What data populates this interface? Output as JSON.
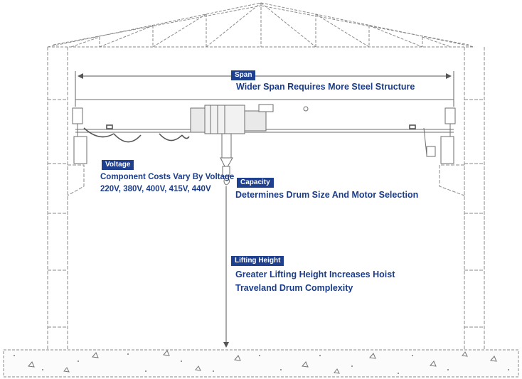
{
  "colors": {
    "label_bg": "#1f3f8f",
    "label_text": "#ffffff",
    "description_text": "#1a3c8a",
    "structure_line": "#7f7f7f",
    "hoist_body": "#f2f2f2"
  },
  "labels": {
    "span": {
      "tag": "Span",
      "description": "Wider Span Requires More Steel Structure"
    },
    "voltage": {
      "tag": "Voltage",
      "description": "Component Costs Vary By Voltage",
      "options": "220V, 380V, 400V, 415V, 440V"
    },
    "capacity": {
      "tag": "Capacity",
      "description": "Determines Drum Size And Motor Selection"
    },
    "lifting_height": {
      "tag": "Lifting Height",
      "description_line1": "Greater Lifting Height Increases Hoist",
      "description_line2": "Traveland Drum Complexity"
    }
  }
}
